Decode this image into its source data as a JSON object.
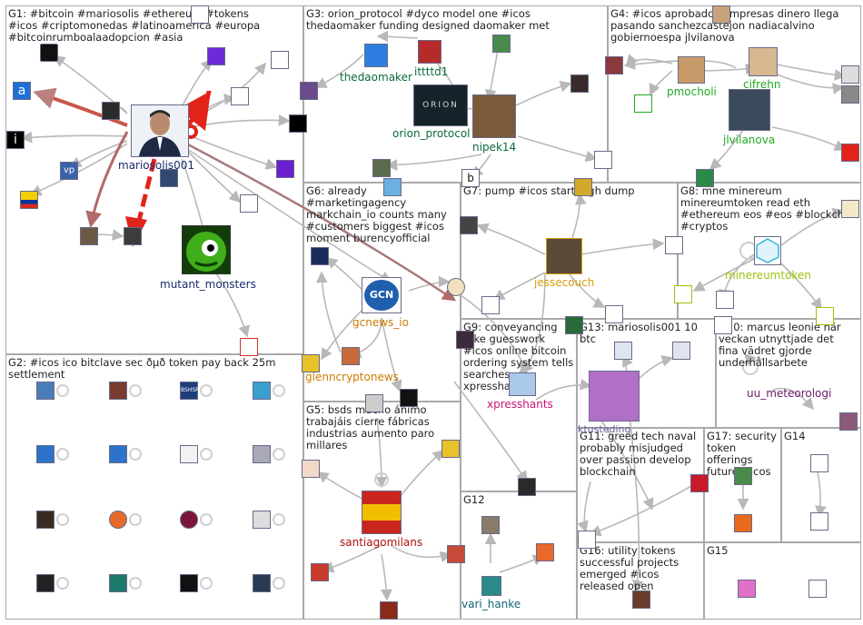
{
  "groups": [
    {
      "id": "G1",
      "label": "G1: #bitcoin #mariosolis #ethereum #tokens #icos #criptomonedas #latinoamerica #europa #bitcoinrumboalaadopcion #asia"
    },
    {
      "id": "G2",
      "label": "G2: #icos ico bitclave sec ðµð token pay back 25m settlement"
    },
    {
      "id": "G3",
      "label": "G3: orion_protocol #dyco model one #icos thedaomaker funding designed daomaker met"
    },
    {
      "id": "G4",
      "label": "G4: #icos aprobados empresas dinero llega pasando sanchezcastejon nadiacalvino gobiernoespa jlvilanova"
    },
    {
      "id": "G5",
      "label": "G5: bsds mucho ánimo trabajáis cierre fábricas industrias aumento paro millares"
    },
    {
      "id": "G6",
      "label": "G6: already #marketingagency markchain_io counts many #customers biggest #icos moment burencyofficial"
    },
    {
      "id": "G7",
      "label": "G7: pump #icos start high dump"
    },
    {
      "id": "G8",
      "label": "G8: mne minereum minereumtoken read eth #ethereum eos #eos #blockchain #cryptos"
    },
    {
      "id": "G9",
      "label": "G9: conveyancing take guesswork #icos online bitcoin ordering system tells searches xpresshants"
    },
    {
      "id": "G10",
      "label": "G10: marcus leonie här veckan utnyttjade det fina vädret gjorde underhållsarbete"
    },
    {
      "id": "G11",
      "label": "G11: greed tech naval probably misjudged over passion develop blockchain"
    },
    {
      "id": "G12",
      "label": "G12"
    },
    {
      "id": "G13",
      "label": "G13: mariosolis001 10 btc"
    },
    {
      "id": "G14",
      "label": "G14"
    },
    {
      "id": "G15",
      "label": "G15"
    },
    {
      "id": "G16",
      "label": "G16: utility tokens successful projects emerged #icos released open"
    },
    {
      "id": "G17",
      "label": "G17: security token offerings future #icos"
    }
  ],
  "nodes": {
    "mariosolis001": "mariosolis001",
    "mutant_monsters": "mutant_monsters",
    "thedaomaker": "thedaomaker",
    "ittttd1": "ittttd1",
    "orion_protocol": "orion_protocol",
    "nipek14": "nipek14",
    "pmocholi": "pmocholi",
    "cifrehn": "cifrehn",
    "jlvilanova": "jlvilanova",
    "gcnews_io": "gcnews_io",
    "glenncryptonews": "glenncryptonews",
    "jessecouch": "jessecouch",
    "minereumtoken": "minereumtoken",
    "xpresshants": "xpresshants",
    "uu_meteorologi": "uu_meteorologi",
    "santiagomilans": "santiagomilans",
    "vari_hanke": "vari_hanke",
    "cut_label": "ktusteding"
  },
  "logos": {
    "gcn": "GCN",
    "orion": "ORION",
    "vp": "vp",
    "bshsr": "BSHSR"
  },
  "colors": {
    "edge": "#b8b8b8",
    "edge_red": "#e2231a",
    "edge_darkred": "#b06a6a",
    "edge_brown": "#a97a7a",
    "label_g1": "#1a2a6c",
    "label_g3": "#0a6b3a",
    "label_g4": "#22aa22",
    "label_g6": "#cc7a00",
    "label_g7": "#d79c0a",
    "label_g8": "#9cc20c",
    "label_g9": "#cc1177",
    "label_g10": "#6b1a6b",
    "label_g5": "#b00e0e",
    "label_g12": "#116677"
  }
}
